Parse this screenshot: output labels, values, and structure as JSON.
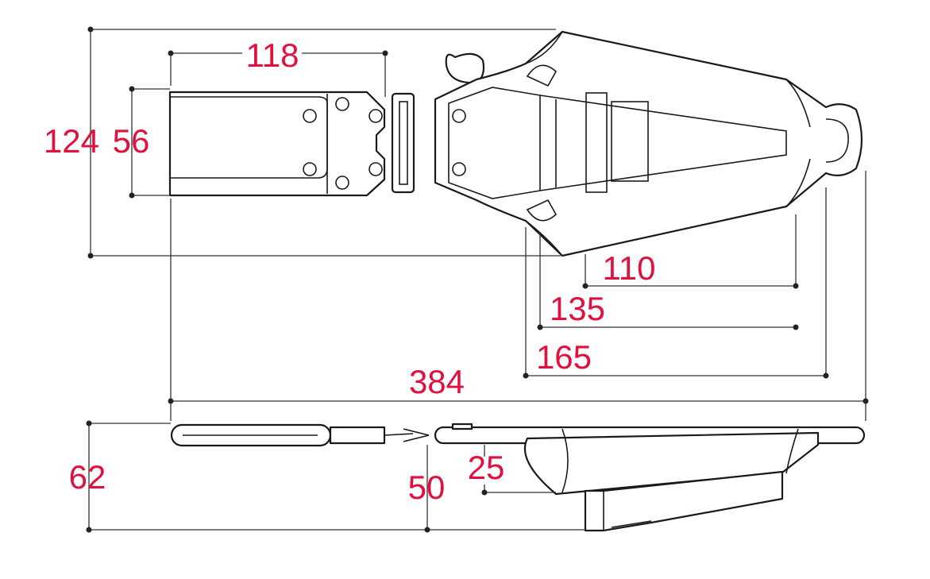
{
  "colors": {
    "dimension_text": "#e0103f",
    "line": "#1a1a1a"
  },
  "dimensions": {
    "top_buckle_width": "118",
    "overall_height": "124",
    "buckle_height": "56",
    "holster_inner": "110",
    "holster_mid": "135",
    "holster_outer": "165",
    "overall_length": "384",
    "side_total_height": "62",
    "side_drop": "50",
    "side_holster_depth": "25"
  }
}
